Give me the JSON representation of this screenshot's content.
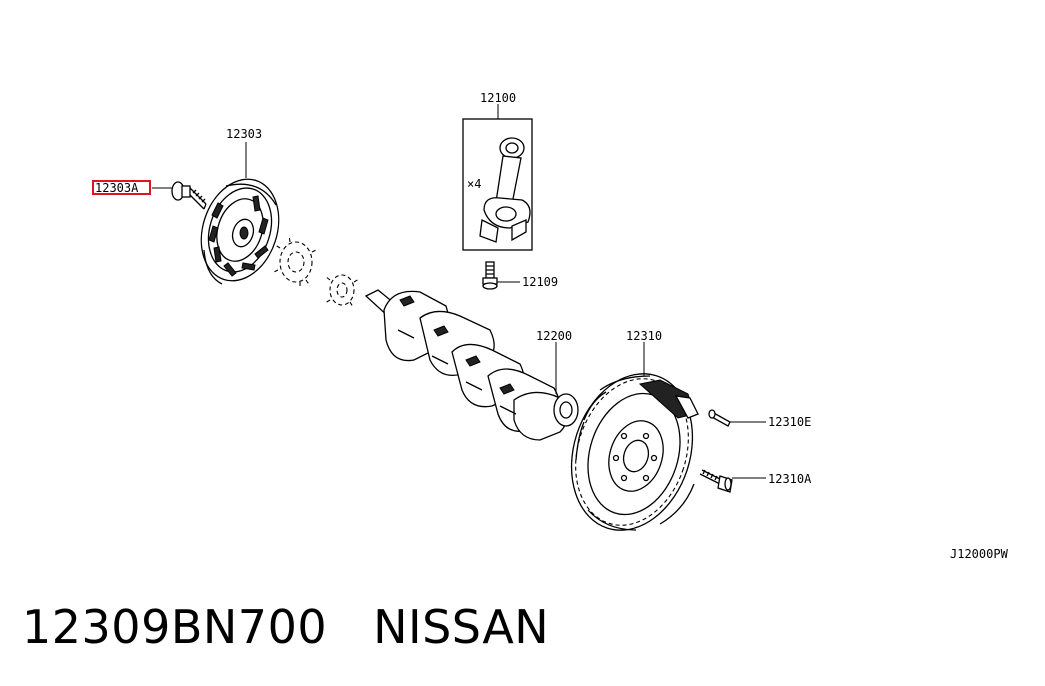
{
  "callouts": {
    "crank_pulley": "12303",
    "pulley_bolt": "12303A",
    "connecting_rod_assembly": "12100",
    "rod_quantity": "×4",
    "rod_bolt": "12109",
    "crankshaft": "12200",
    "flywheel": "12310",
    "dowel_pin": "12310E",
    "flywheel_bolt": "12310A"
  },
  "diagram_code": "J12000PW",
  "footer": {
    "part_number": "12309BN700",
    "brand": "NISSAN"
  },
  "highlight_color": "#e0141e"
}
